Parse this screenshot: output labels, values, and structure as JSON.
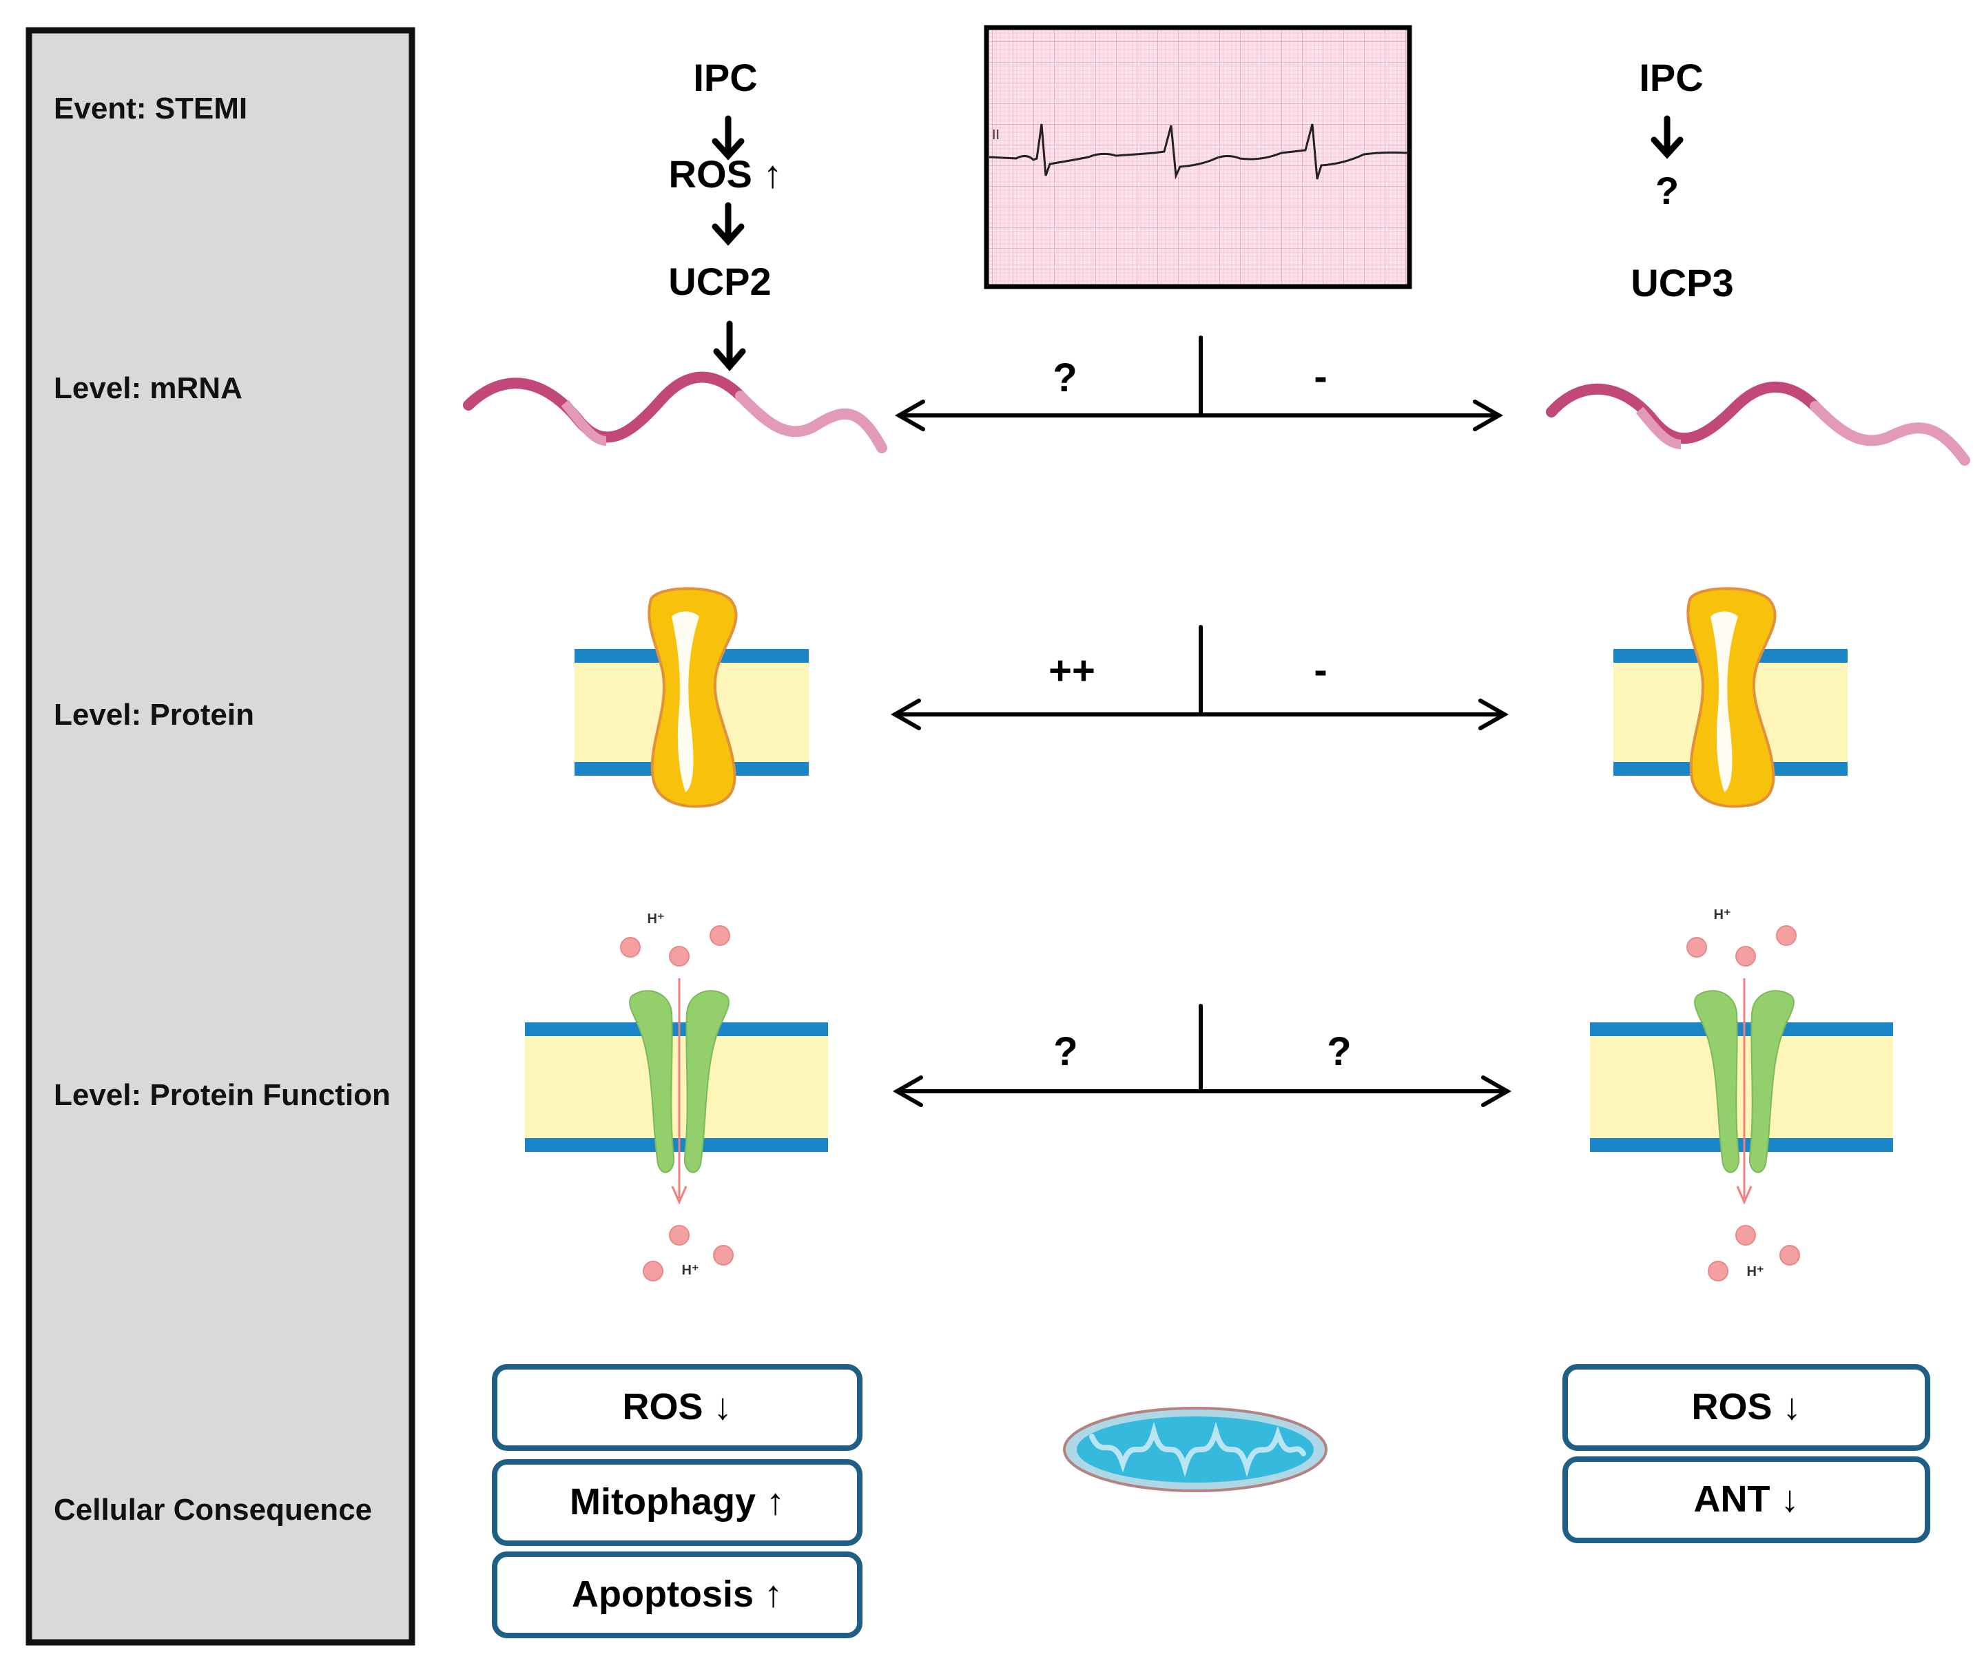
{
  "levels": {
    "event": "Event: STEMI",
    "mrna": "Level: mRNA",
    "protein": "Level: Protein",
    "function": "Level: Protein Function",
    "consequence": "Cellular Consequence"
  },
  "left_pathway": {
    "ipc": "IPC",
    "ros": "ROS ↑",
    "ucp": "UCP2"
  },
  "right_pathway": {
    "ipc": "IPC",
    "unknown": "?",
    "ucp": "UCP3"
  },
  "ecg": {
    "lead": "II"
  },
  "comparisons": {
    "mrna": {
      "left": "?",
      "right": "-"
    },
    "protein": {
      "left": "++",
      "right": "-"
    },
    "function": {
      "left": "?",
      "right": "?"
    }
  },
  "proton_label": "H⁺",
  "left_consequences": [
    "ROS ↓",
    "Mitophagy ↑",
    "Apoptosis ↑"
  ],
  "right_consequences": [
    "ROS ↓",
    "ANT ↓"
  ],
  "colors": {
    "panel_fill": "#d9d9d9",
    "mrna_dark": "#c2487a",
    "mrna_light": "#e39ab9",
    "membrane_blue": "#1a86c8",
    "membrane_fill": "#fdf6b8",
    "transporter_yellow": "#f7c10c",
    "channel_green": "#93cf6a",
    "proton_pink": "#f4a0a0",
    "box_border": "#1f5f86",
    "mito_blue": "#35b9dd"
  }
}
